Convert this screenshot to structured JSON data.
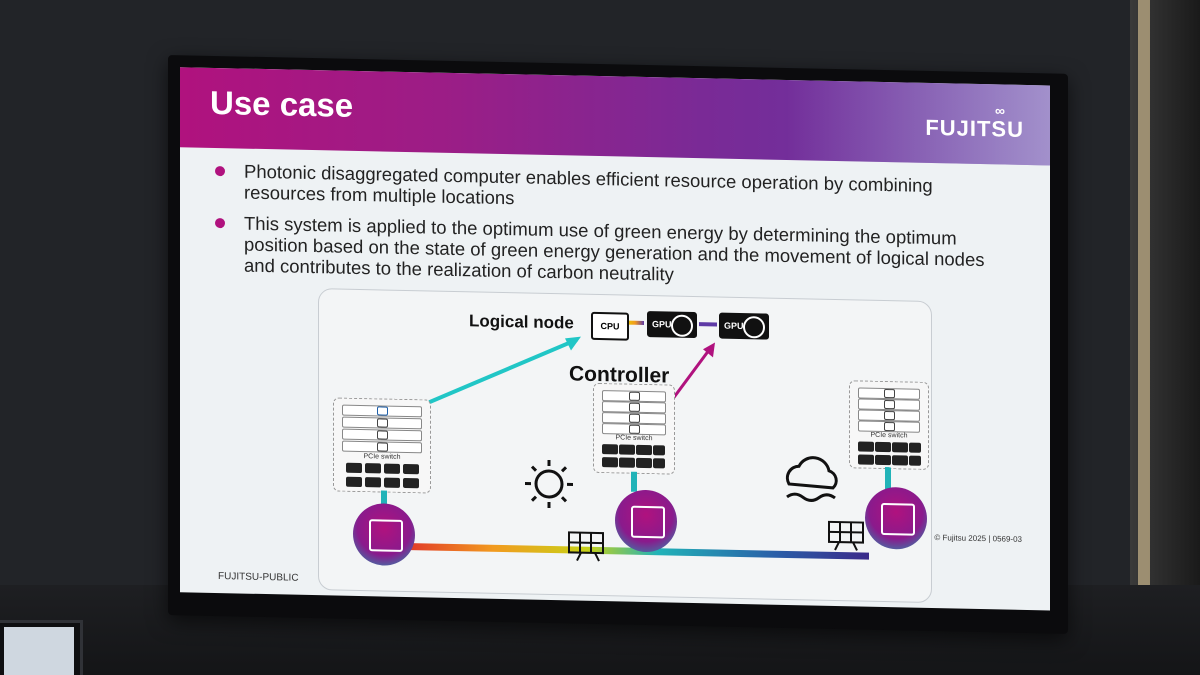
{
  "slide": {
    "title": "Use case",
    "logo": "FUJITSU",
    "bullets": [
      "Photonic disaggregated computer enables efficient resource operation by combining resources from multiple locations",
      "This system is applied to the optimum use of green energy by determining the optimum position based on the state of green energy generation and the movement of logical nodes and contributes to the realization of carbon neutrality"
    ],
    "diagram": {
      "logical_node_label": "Logical node",
      "controller_label": "Controller",
      "cpu_label": "CPU",
      "gpu_label": "GPU",
      "pcie_label": "PCIe switch"
    },
    "footer": "FUJITSU-PUBLIC",
    "copyright": "© Fujitsu 2025 | 0569-03"
  },
  "colors": {
    "brand_magenta": "#b0127e",
    "brand_purple": "#5e3aa6",
    "cyan_arrow": "#21c6c6",
    "magenta_arrow": "#b0127e"
  }
}
